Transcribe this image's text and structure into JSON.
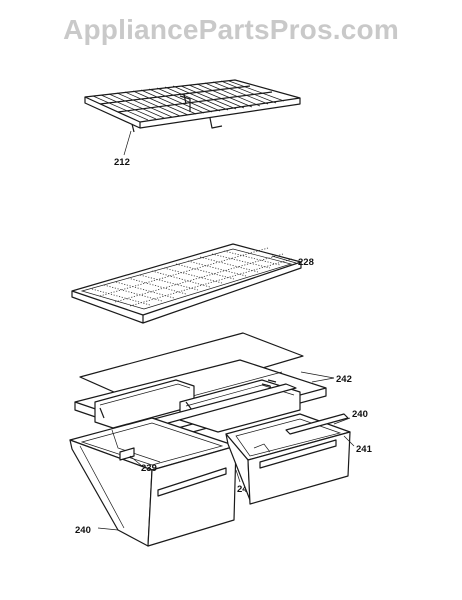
{
  "watermark": "AppliancePartsPros.com",
  "callouts": {
    "p212": "212",
    "p228": "228",
    "p242": "242",
    "p240a": "240",
    "p241a": "241",
    "p239": "239",
    "p241b": "241",
    "p240b": "240"
  }
}
